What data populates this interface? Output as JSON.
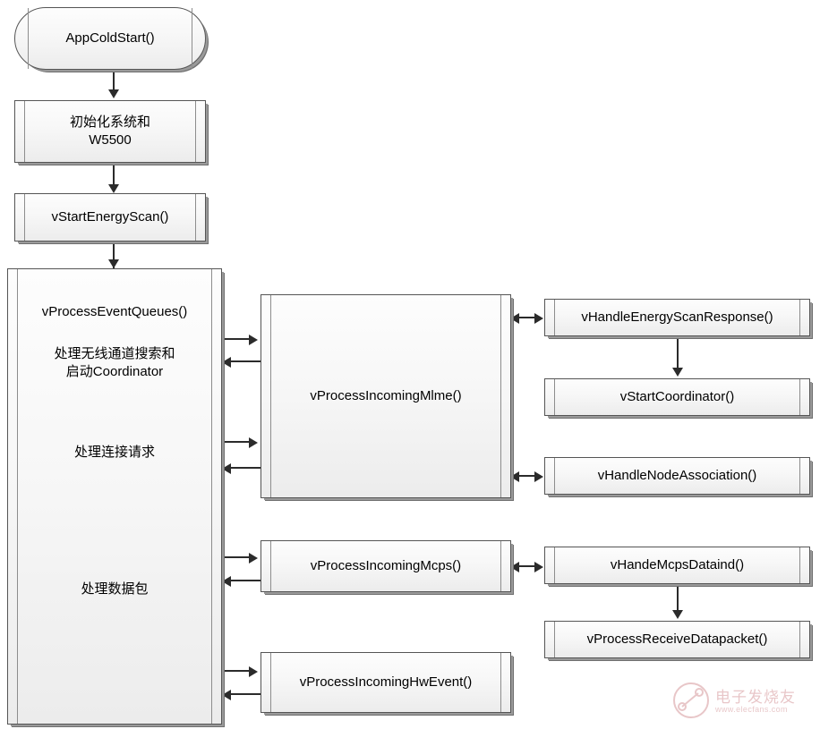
{
  "diagram": {
    "title_text": "",
    "nodes": {
      "app_cold_start": "AppColdStart()",
      "init_system": "初始化系统和\nW5500",
      "start_energy_scan": "vStartEnergyScan()",
      "process_event_queues_title": "vProcessEventQueues()",
      "process_event_queues_note1": "处理无线通道搜索和\n启动Coordinator",
      "process_event_queues_note2": "处理连接请求",
      "process_event_queues_note3": "处理数据包",
      "process_incoming_mlme": "vProcessIncomingMlme()",
      "process_incoming_mcps": "vProcessIncomingMcps()",
      "process_incoming_hw_event": "vProcessIncomingHwEvent()",
      "handle_energy_scan_response": "vHandleEnergyScanResponse()",
      "start_coordinator": "vStartCoordinator()",
      "handle_node_association": "vHandleNodeAssociation()",
      "hande_mcps_dataind": "vHandeMcpsDataind()",
      "process_receive_datapacket": "vProcessReceiveDatapacket()"
    },
    "colors": {
      "node_fill_light": "#fdfdfd",
      "node_fill_dark": "#ececec",
      "node_border": "#555555",
      "node_shadow": "#6f6f6f",
      "connector": "#2b2b2b",
      "watermark": "#b4464b",
      "background": "#ffffff"
    }
  },
  "watermark": {
    "cn_text": "电子发烧友",
    "url_text": "www.elecfans.com"
  }
}
